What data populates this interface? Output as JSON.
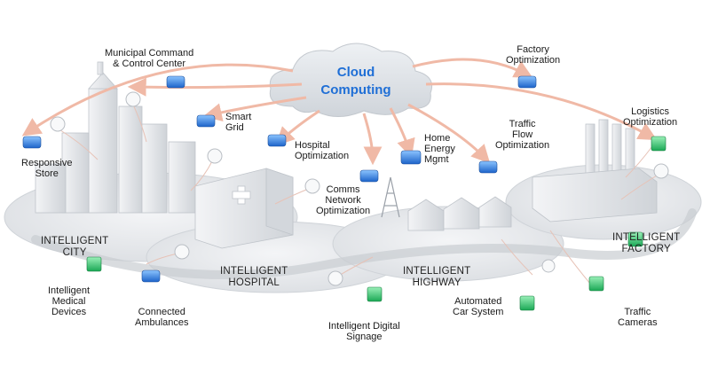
{
  "cloud": {
    "title": "Cloud\nComputing"
  },
  "labels": {
    "municipal": "Municipal Command\n& Control Center",
    "factory_opt": "Factory\nOptimization",
    "logistics": "Logistics\nOptimization",
    "smart_grid": "Smart\nGrid",
    "responsive_store": "Responsive\nStore",
    "hospital_opt": "Hospital\nOptimization",
    "home_energy": "Home\nEnergy\nMgmt",
    "traffic_flow": "Traffic\nFlow\nOptimization",
    "comms": "Comms\nNetwork\nOptimization",
    "medical_devices": "Intelligent\nMedical\nDevices",
    "ambulances": "Connected\nAmbulances",
    "digital_signage": "Intelligent Digital\nSignage",
    "car_system": "Automated\nCar System",
    "traffic_cameras": "Traffic\nCameras"
  },
  "zones": {
    "city": "INTELLIGENT\nCITY",
    "hospital": "INTELLIGENT\nHOSPITAL",
    "highway": "INTELLIGENT\nHIGHWAY",
    "factory": "INTELLIGENT\nFACTORY"
  },
  "colors": {
    "arrow": "#f0b9a6",
    "cloud": "#dfe3e8",
    "device_blue": "#2f7fe0",
    "device_green": "#2ecf73",
    "title": "#1f6fd6",
    "label": "#1a1a1a"
  },
  "icons": [
    "cloud-icon",
    "blue-device-icon",
    "green-device-icon",
    "sensor-node-icon"
  ]
}
